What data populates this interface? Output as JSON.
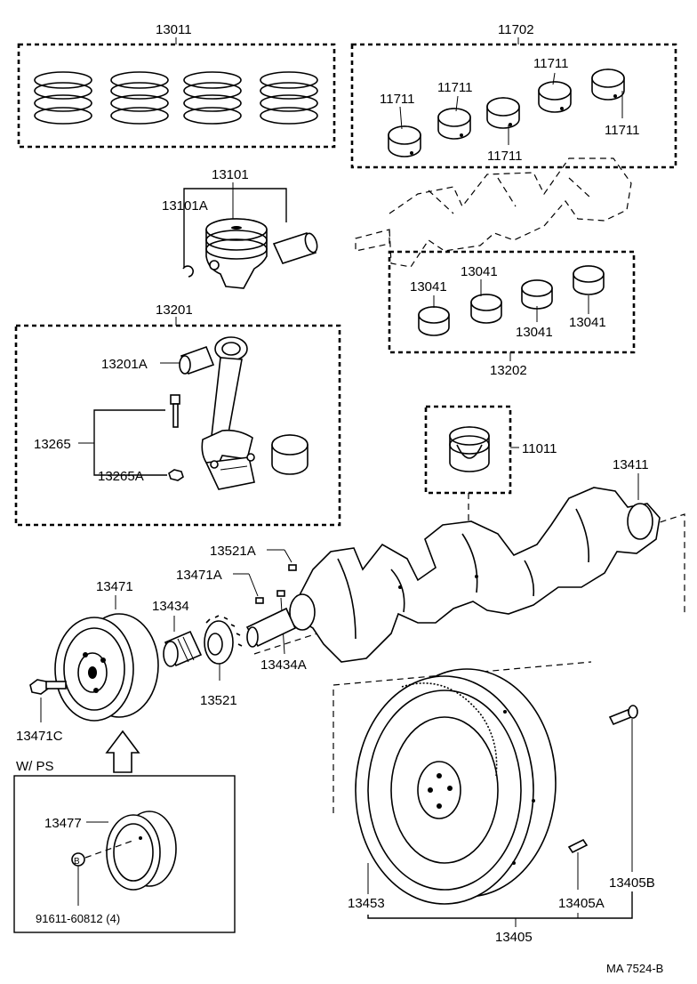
{
  "labels": {
    "p13011": "13011",
    "p11702": "11702",
    "p11711_a": "11711",
    "p11711_b": "11711",
    "p11711_c": "11711",
    "p11711_d": "11711",
    "p11711_e": "11711",
    "p13101": "13101",
    "p13101A": "13101A",
    "p13041_a": "13041",
    "p13041_b": "13041",
    "p13041_c": "13041",
    "p13041_d": "13041",
    "p13202": "13202",
    "p13201": "13201",
    "p13201A": "13201A",
    "p13265": "13265",
    "p13265A": "13265A",
    "p11011": "11011",
    "p13411": "13411",
    "p13521A": "13521A",
    "p13471A": "13471A",
    "p13471": "13471",
    "p13434": "13434",
    "p13434A": "13434A",
    "p13521": "13521",
    "p13471C": "13471C",
    "wps": "W/ PS",
    "p13477": "13477",
    "bolt_marker": "B",
    "p91611": "91611-60812 (4)",
    "p13453": "13453",
    "p13405A": "13405A",
    "p13405B": "13405B",
    "p13405": "13405",
    "figure_code": "MA 7524-B"
  }
}
